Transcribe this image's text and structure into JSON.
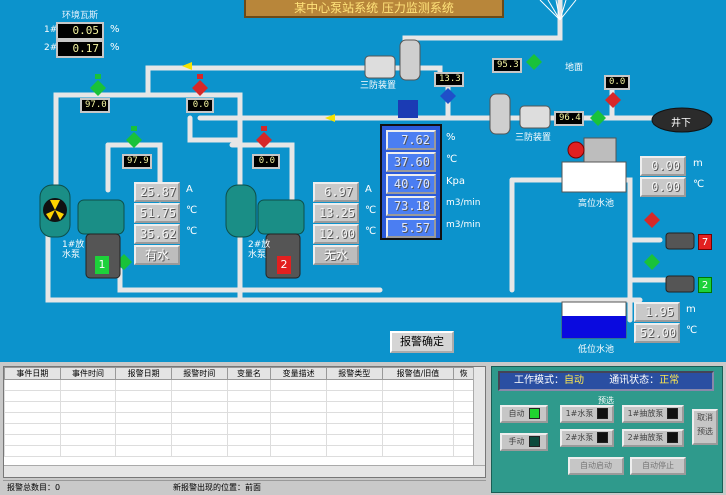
{
  "title": "某中心泵站系统 压力监测系统",
  "env": {
    "title": "环境瓦斯",
    "row1_label": "1#",
    "row1_value": "0.05",
    "row2_label": "2#",
    "row2_value": "0.17",
    "unit": "%"
  },
  "pipe_readings": {
    "p1": "97.0",
    "p2": "0.0",
    "p3": "97.9",
    "p4": "0.0",
    "p5": "13.3",
    "p6": "95.3",
    "p7": "96.4",
    "p8": "0.0"
  },
  "labels": {
    "ground": "地面",
    "underground": "井下",
    "filter1": "三防装置",
    "filter2": "三防装置",
    "pump1": "1#放\n水泵",
    "pump2": "2#放\n水泵",
    "high_tank": "高位水池",
    "low_tank": "低位水池"
  },
  "pump1": {
    "current": "25.87",
    "temp1": "51.75",
    "temp2": "35.62",
    "water_state": "有水",
    "current_unit": "A",
    "temp_unit": "℃",
    "indicator": "1"
  },
  "pump2": {
    "current": "6.97",
    "temp1": "13.25",
    "temp2": "12.00",
    "water_state": "无水",
    "current_unit": "A",
    "temp_unit": "℃",
    "indicator": "2"
  },
  "central": {
    "v1": "7.62",
    "u1": "%",
    "v2": "37.60",
    "u2": "℃",
    "v3": "40.70",
    "u3": "Kpa",
    "v4": "73.18",
    "u4": "m3/min",
    "v5": "5.57",
    "u5": "m3/min"
  },
  "high_tank": {
    "level": "0.00",
    "level_unit": "m",
    "temp": "0.00",
    "temp_unit": "℃"
  },
  "low_tank": {
    "level": "1.95",
    "level_unit": "m",
    "temp": "52.00",
    "temp_unit": "℃"
  },
  "side_pumps": {
    "top": "7",
    "bottom": "2"
  },
  "ack_button": "报警确定",
  "alarm_table": {
    "columns": [
      "事件日期",
      "事件时间",
      "报警日期",
      "报警时间",
      "变量名",
      "变量描述",
      "报警类型",
      "报警值/旧值",
      "恢"
    ]
  },
  "status_bar": {
    "count_label": "报警总数目：0",
    "position_label": "新报警出现的位置：前面"
  },
  "control": {
    "mode_label": "工作模式：",
    "mode_value": "自动",
    "comm_label": "通讯状态：",
    "comm_value": "正常",
    "preset": "预选",
    "auto": "自动",
    "manual": "手动",
    "pump1": "1#水泵",
    "pump2": "2#水泵",
    "pump1b": "1#抽放泵",
    "pump2b": "2#抽放泵",
    "cancel": "取消",
    "preset_btn": "预选",
    "auto_start": "自动启动",
    "auto_stop": "自动停止"
  },
  "colors": {
    "bg": "#0c93cc",
    "pipe": "#e8e8e8",
    "valve_green": "#19c23a",
    "valve_red": "#d62828",
    "arrow_yellow": "#f4e200"
  }
}
